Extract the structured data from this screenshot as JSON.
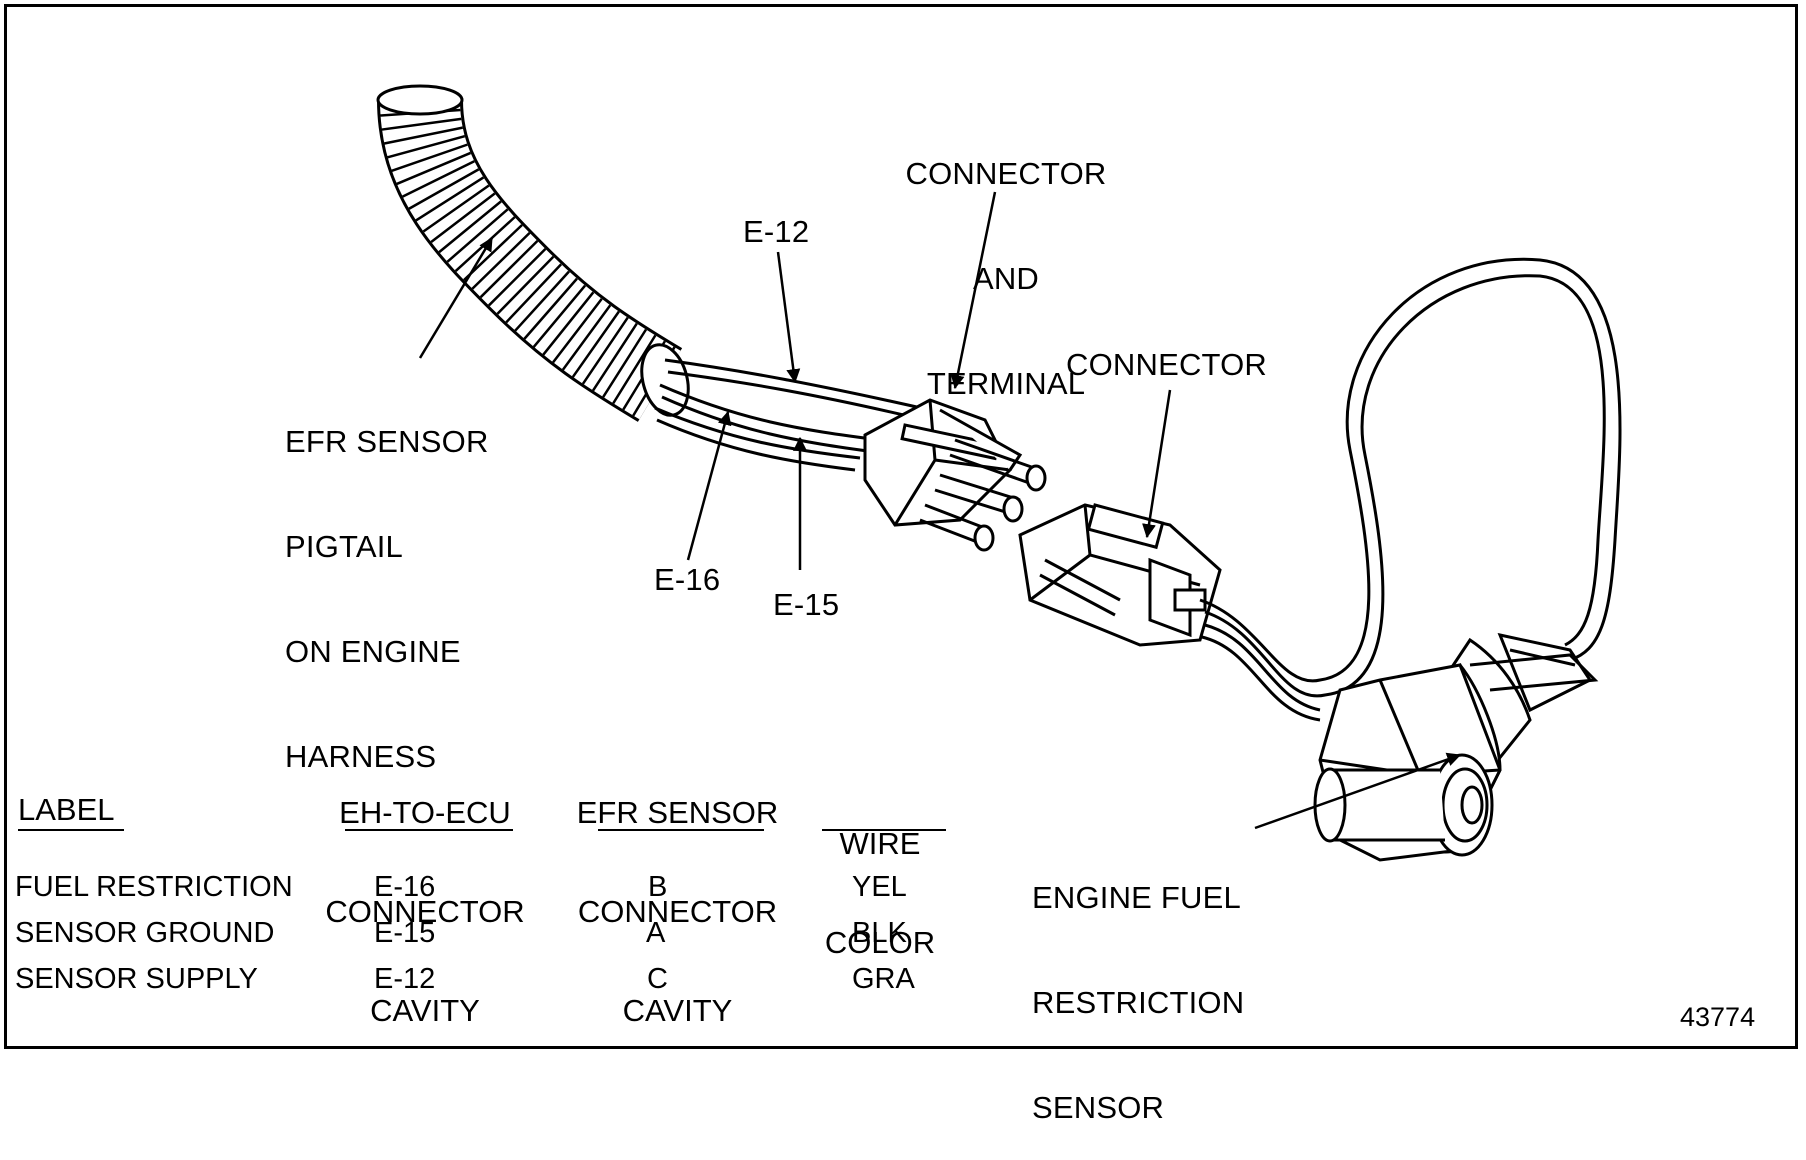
{
  "callouts": {
    "connector_terminal": [
      "CONNECTOR",
      "AND",
      "TERMINAL"
    ],
    "e12": "E-12",
    "connector": "CONNECTOR",
    "pigtail": [
      "EFR SENSOR",
      "PIGTAIL",
      "ON ENGINE",
      "HARNESS"
    ],
    "e16": "E-16",
    "e15": "E-15",
    "sensor": [
      "ENGINE FUEL",
      "RESTRICTION",
      "SENSOR"
    ]
  },
  "table": {
    "headers": {
      "label": "LABEL",
      "eh_cavity": [
        "EH-TO-ECU",
        "CONNECTOR",
        "CAVITY"
      ],
      "efr_cavity": [
        "EFR SENSOR",
        "CONNECTOR",
        "CAVITY"
      ],
      "wire_color": [
        "WIRE",
        "COLOR"
      ]
    },
    "rows": [
      {
        "label": "FUEL RESTRICTION",
        "eh": "E-16",
        "efr": "B",
        "color": "YEL"
      },
      {
        "label": "SENSOR GROUND",
        "eh": "E-15",
        "efr": "A",
        "color": "BLK"
      },
      {
        "label": "SENSOR SUPPLY",
        "eh": "E-12",
        "efr": "C",
        "color": "GRA"
      }
    ]
  },
  "figure_number": "43774"
}
